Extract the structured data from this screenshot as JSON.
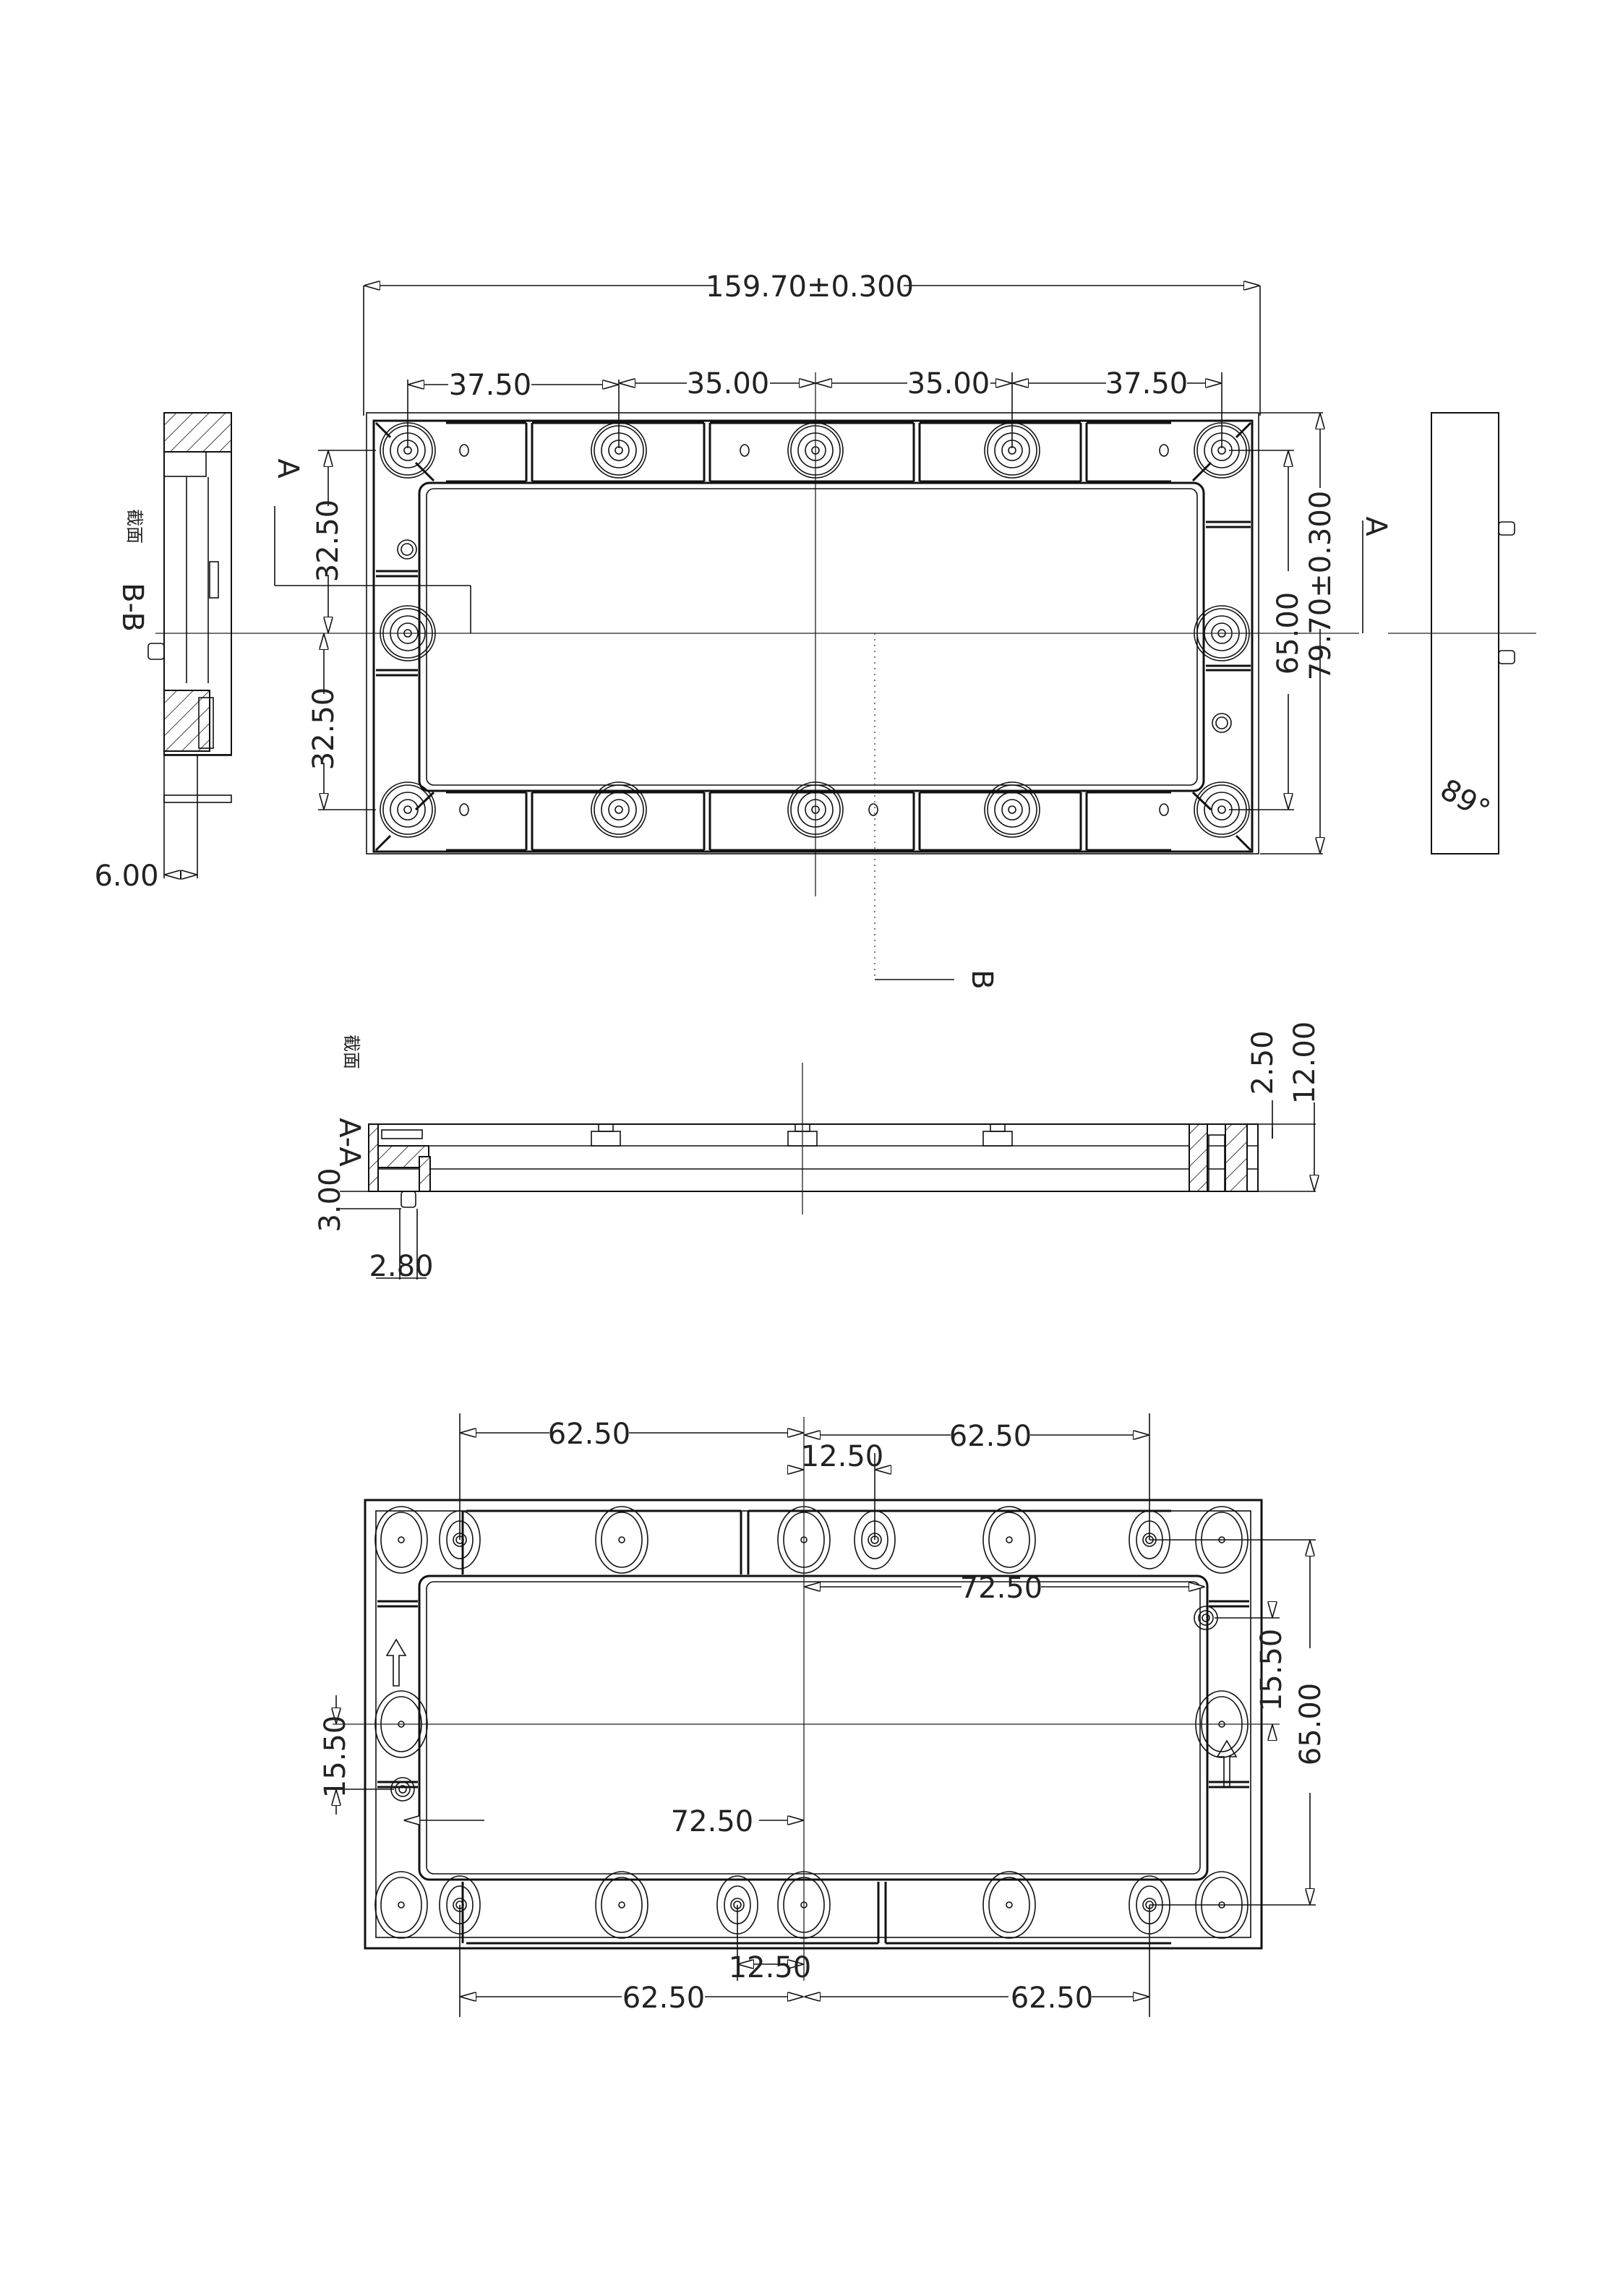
{
  "drawing": {
    "type": "mechanical-engineering-drawing",
    "views": [
      "top-view",
      "section-B-B",
      "right-side-view",
      "section-A-A",
      "bottom-view"
    ]
  },
  "top_view": {
    "overall_width": "159.70±0.300",
    "overall_height": "79.70±0.300",
    "hole_spacing": [
      "37.50",
      "35.00",
      "35.00",
      "37.50"
    ],
    "vertical_spacing_upper": "32.50",
    "vertical_spacing_lower": "32.50",
    "hole_row_spacing": "65.00",
    "section_marker_a_left": "A",
    "section_marker_a_right": "A",
    "section_marker_b": "B"
  },
  "section_b": {
    "title": "B-B",
    "caption": "截面",
    "thickness": "6.00"
  },
  "right_view": {
    "angle": "89°"
  },
  "section_a": {
    "title": "A-A",
    "caption": "截面",
    "pin_length": "3.00",
    "pin_diameter": "2.80",
    "step": "2.50",
    "height": "12.00"
  },
  "bottom_view": {
    "top_left_span": "62.50",
    "top_right_span": "62.50",
    "top_offset": "12.50",
    "upper_half_span": "72.50",
    "lower_half_span": "72.50",
    "right_vertical_offset": "15.50",
    "left_vertical_offset": "15.50",
    "hole_row_spacing": "65.00",
    "bottom_offset": "12.50",
    "bottom_left_span": "62.50",
    "bottom_right_span": "62.50"
  }
}
